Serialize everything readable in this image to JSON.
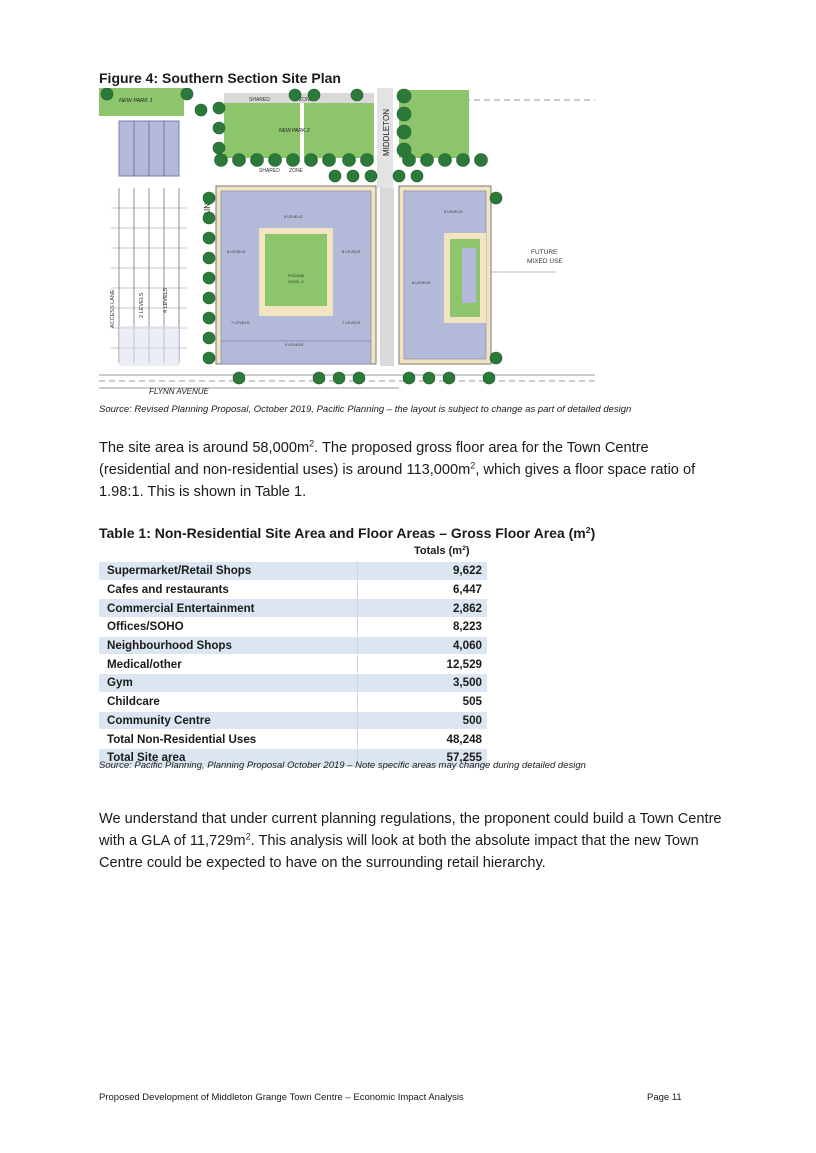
{
  "figure": {
    "title": "Figure 4: Southern Section Site Plan",
    "source": "Source: Revised Planning Proposal, October 2019, Pacific Planning – the layout is subject to change as part of detailed design",
    "map_labels": {
      "new_park_1": "NEW PARK 1",
      "new_park_2": "NEW PARK 2",
      "shared_top": "SHARED",
      "zone_top": "ZONE",
      "shared_mid": "SHARED",
      "zone_mid": "ZONE",
      "middleton": "MIDDLETON",
      "main": "MAIN",
      "flynn_avenue": "FLYNN AVENUE",
      "future": "FUTURE",
      "mixed_use": "MIXED USE",
      "access_lane": "ACCESS LANE",
      "levels_2": "2 LEVELS",
      "levels_4": "4 LEVELS",
      "b1_top": "5 LEVELS",
      "b1_left": "8 LEVELS",
      "b1_right": "8 LEVELS",
      "b1_bl": "7 LEVELS",
      "b1_br": "7 LEVELS",
      "b1_bottom": "5 LEVELS",
      "podium": "PODIUM",
      "level2": "LEVEL 2",
      "b2_top": "5 LEVELS",
      "b2_left": "8 LEVELS"
    }
  },
  "paragraph1": {
    "part1": "The site area is around 58,000m",
    "sup1": "2",
    "part2": ". The proposed gross floor area for the Town Centre (residential and non-residential uses) is around 113,000m",
    "sup2": "2",
    "part3": ", which gives a floor space ratio of 1.98:1. This is shown in Table 1."
  },
  "table": {
    "title": "Table 1: Non-Residential Site Area and Floor Areas – Gross Floor Area (m",
    "title_sup": "2",
    "title_end": ")",
    "column_header": "Totals (m",
    "column_header_sup": "2",
    "column_header_end": ")",
    "rows": [
      {
        "label": "Supermarket/Retail Shops",
        "value": "9,622"
      },
      {
        "label": "Cafes and restaurants",
        "value": "6,447"
      },
      {
        "label": "Commercial Entertainment",
        "value": "2,862"
      },
      {
        "label": "Offices/SOHO",
        "value": "8,223"
      },
      {
        "label": "Neighbourhood Shops",
        "value": "4,060"
      },
      {
        "label": "Medical/other",
        "value": "12,529"
      },
      {
        "label": "Gym",
        "value": "3,500"
      },
      {
        "label": "Childcare",
        "value": "505"
      },
      {
        "label": "Community Centre",
        "value": "500"
      },
      {
        "label": "Total Non-Residential Uses",
        "value": "48,248"
      },
      {
        "label": "Total Site area",
        "value": "57,255"
      }
    ],
    "source": "Source: Pacific Planning, Planning Proposal October 2019 – Note specific areas may change during detailed design"
  },
  "paragraph2": {
    "part1": "We understand that under current planning regulations, the proponent could build a Town Centre with a GLA of 11,729m",
    "sup1": "2",
    "part2": ". This analysis will look at both the absolute impact that the new Town Centre could be expected to have on the surrounding retail hierarchy."
  },
  "footer": {
    "left": "Proposed Development of Middleton Grange Town Centre – Economic Impact Analysis",
    "right": "Page 11"
  },
  "colors": {
    "building": "#b3bad9",
    "green": "#8cc56c",
    "podium": "#f2e4c0",
    "tree": "#2c7a3a",
    "table_shade": "#dce6f2"
  }
}
